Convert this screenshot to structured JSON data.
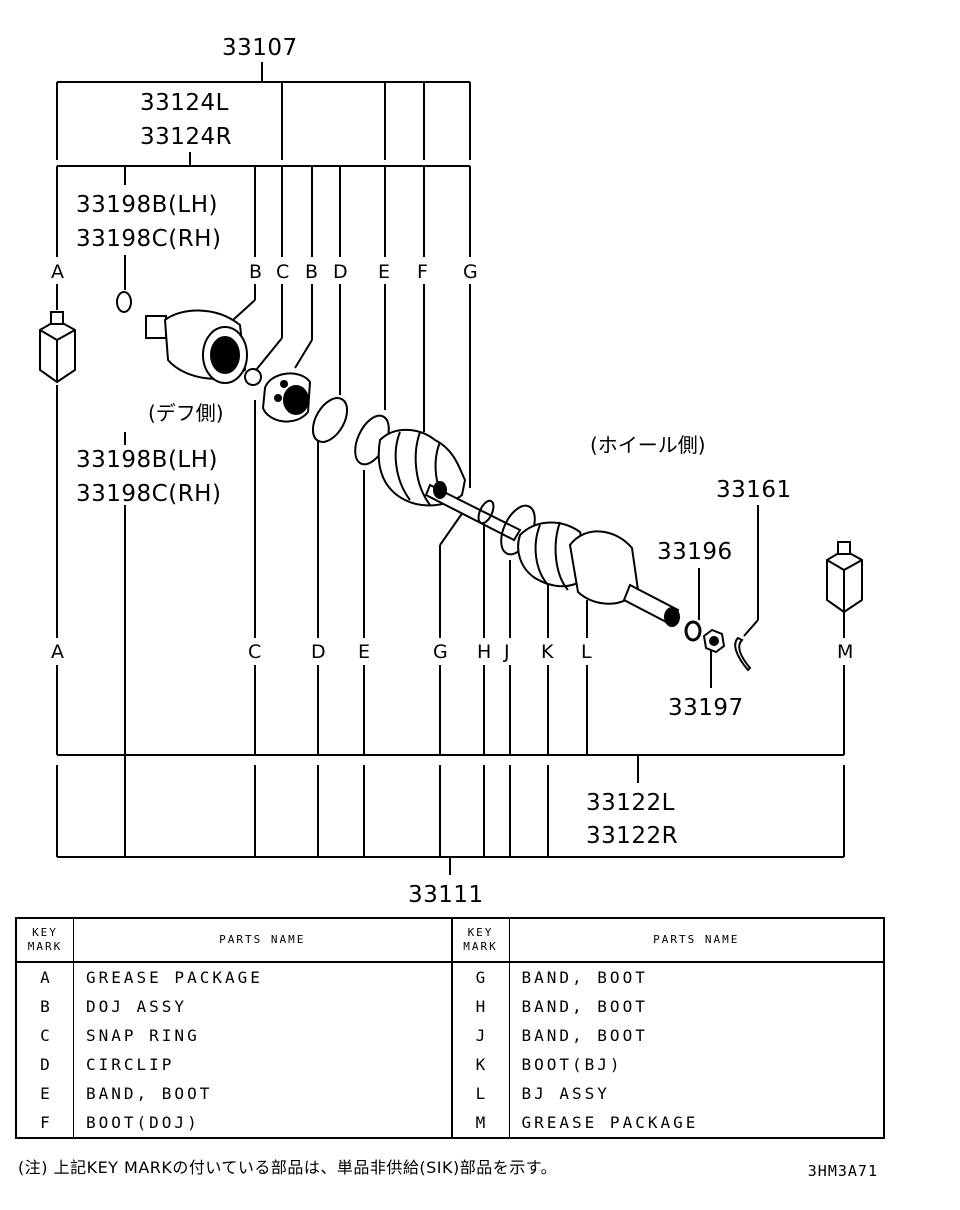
{
  "diagram": {
    "part_numbers": {
      "p33107": "33107",
      "p33124L": "33124L",
      "p33124R": "33124R",
      "p33198B_1": "33198B(LH)",
      "p33198C_1": "33198C(RH)",
      "p33198B_2": "33198B(LH)",
      "p33198C_2": "33198C(RH)",
      "p33161": "33161",
      "p33196": "33196",
      "p33197": "33197",
      "p33122L": "33122L",
      "p33122R": "33122R",
      "p33111": "33111"
    },
    "side_labels": {
      "diff_side": "(デフ側)",
      "wheel_side": "(ホイール側)"
    },
    "top_marks": [
      "A",
      "B",
      "C",
      "B",
      "D",
      "E",
      "F",
      "G"
    ],
    "bottom_marks": [
      "A",
      "C",
      "D",
      "E",
      "G",
      "H",
      "J",
      "K",
      "L",
      "M"
    ]
  },
  "table": {
    "key_header_1": "KEY",
    "key_header_2": "MARK",
    "name_header": "PARTS NAME",
    "left_rows": [
      {
        "key": "A",
        "name": "GREASE PACKAGE"
      },
      {
        "key": "B",
        "name": "DOJ ASSY"
      },
      {
        "key": "C",
        "name": "SNAP RING"
      },
      {
        "key": "D",
        "name": "CIRCLIP"
      },
      {
        "key": "E",
        "name": "BAND, BOOT"
      },
      {
        "key": "F",
        "name": "BOOT(DOJ)"
      }
    ],
    "right_rows": [
      {
        "key": "G",
        "name": "BAND, BOOT"
      },
      {
        "key": "H",
        "name": "BAND, BOOT"
      },
      {
        "key": "J",
        "name": "BAND, BOOT"
      },
      {
        "key": "K",
        "name": "BOOT(BJ)"
      },
      {
        "key": "L",
        "name": "BJ ASSY"
      },
      {
        "key": "M",
        "name": "GREASE PACKAGE"
      }
    ]
  },
  "footnote": "(注) 上記KEY MARKの付いている部品は、単品非供給(SIK)部品を示す。",
  "figure_code": "3HM3A71"
}
